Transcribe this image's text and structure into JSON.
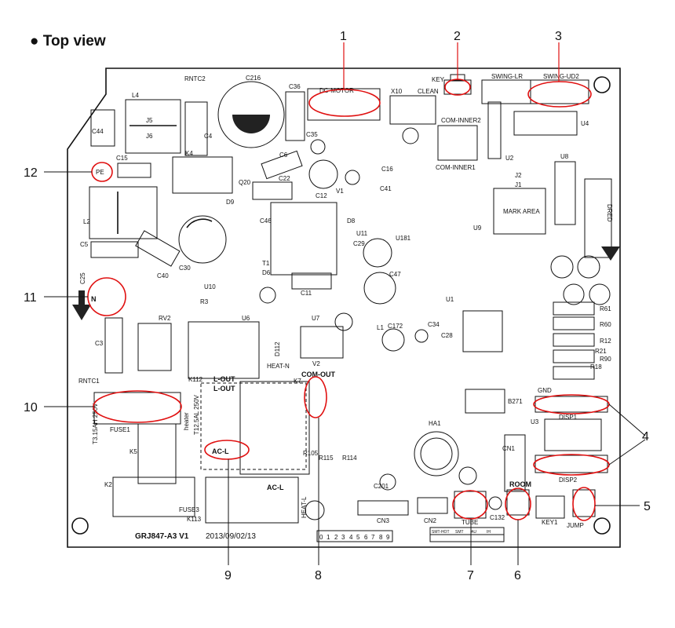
{
  "heading": "● Top view",
  "board": {
    "model_marking": "GRJ847-A3 V1",
    "date_marking": "2013/09/02/13",
    "fuse_rating": "T3.15AH 250V",
    "fuse_rating2": "T12.5AL 250V",
    "heater_label": "heater",
    "mark_area": "MARK AREA",
    "jumper_digits": [
      "0",
      "1",
      "2",
      "3",
      "4",
      "5",
      "6",
      "7",
      "8",
      "9"
    ],
    "legend": [
      "SMT-HOT",
      "SMT",
      "AU",
      "IH"
    ]
  },
  "labels": [
    {
      "id": "dc-motor",
      "text": "DC-MOTOR"
    },
    {
      "id": "key",
      "text": "KEY"
    },
    {
      "id": "swing-lr",
      "text": "SWING-LR"
    },
    {
      "id": "swing-ud2",
      "text": "SWING-UD2"
    },
    {
      "id": "rntc2",
      "text": "RNTC2"
    },
    {
      "id": "c216",
      "text": "C216"
    },
    {
      "id": "c36",
      "text": "C36"
    },
    {
      "id": "x10",
      "text": "X10"
    },
    {
      "id": "clean",
      "text": "CLEAN"
    },
    {
      "id": "com-inner2",
      "text": "COM-INNER2"
    },
    {
      "id": "com-inner1",
      "text": "COM-INNER1"
    },
    {
      "id": "u4",
      "text": "U4"
    },
    {
      "id": "u8",
      "text": "U8"
    },
    {
      "id": "dred",
      "text": "DRED"
    },
    {
      "id": "l4",
      "text": "L4"
    },
    {
      "id": "j5",
      "text": "J5"
    },
    {
      "id": "j6",
      "text": "J6"
    },
    {
      "id": "c44",
      "text": "C44"
    },
    {
      "id": "c4",
      "text": "C4"
    },
    {
      "id": "k4",
      "text": "K4"
    },
    {
      "id": "c15",
      "text": "C15"
    },
    {
      "id": "pe",
      "text": "PE"
    },
    {
      "id": "c35",
      "text": "C35"
    },
    {
      "id": "c6",
      "text": "C6"
    },
    {
      "id": "c22",
      "text": "C22"
    },
    {
      "id": "c12",
      "text": "C12"
    },
    {
      "id": "c16",
      "text": "C16"
    },
    {
      "id": "c41",
      "text": "C41"
    },
    {
      "id": "u2",
      "text": "U2"
    },
    {
      "id": "j2",
      "text": "J2"
    },
    {
      "id": "j1",
      "text": "J1"
    },
    {
      "id": "u9",
      "text": "U9"
    },
    {
      "id": "l2",
      "text": "L2"
    },
    {
      "id": "d8",
      "text": "D8"
    },
    {
      "id": "d9",
      "text": "D9"
    },
    {
      "id": "q20",
      "text": "Q20"
    },
    {
      "id": "v1",
      "text": "V1"
    },
    {
      "id": "c46",
      "text": "C46"
    },
    {
      "id": "u11",
      "text": "U11"
    },
    {
      "id": "u181",
      "text": "U181"
    },
    {
      "id": "c29",
      "text": "C29"
    },
    {
      "id": "c47",
      "text": "C47"
    },
    {
      "id": "c5",
      "text": "C5"
    },
    {
      "id": "c40",
      "text": "C40"
    },
    {
      "id": "c30",
      "text": "C30"
    },
    {
      "id": "t1",
      "text": "T1"
    },
    {
      "id": "d6",
      "text": "D6"
    },
    {
      "id": "c25",
      "text": "C25"
    },
    {
      "id": "n",
      "text": "N"
    },
    {
      "id": "u10",
      "text": "U10"
    },
    {
      "id": "r3",
      "text": "R3"
    },
    {
      "id": "u6",
      "text": "U6"
    },
    {
      "id": "c11",
      "text": "C11"
    },
    {
      "id": "u7",
      "text": "U7"
    },
    {
      "id": "u1",
      "text": "U1"
    },
    {
      "id": "rv2",
      "text": "RV2"
    },
    {
      "id": "c3",
      "text": "C3"
    },
    {
      "id": "d112",
      "text": "D112"
    },
    {
      "id": "heat-n",
      "text": "HEAT-N"
    },
    {
      "id": "v2",
      "text": "V2"
    },
    {
      "id": "l1",
      "text": "L1"
    },
    {
      "id": "c172",
      "text": "C172"
    },
    {
      "id": "c34",
      "text": "C34"
    },
    {
      "id": "c28",
      "text": "C28"
    },
    {
      "id": "r61",
      "text": "R61"
    },
    {
      "id": "r60",
      "text": "R60"
    },
    {
      "id": "r12",
      "text": "R12"
    },
    {
      "id": "r21",
      "text": "R21"
    },
    {
      "id": "r90",
      "text": "R90"
    },
    {
      "id": "r18",
      "text": "R18"
    },
    {
      "id": "rntc1",
      "text": "RNTC1"
    },
    {
      "id": "k112",
      "text": "K112"
    },
    {
      "id": "l-out",
      "text": "L-OUT"
    },
    {
      "id": "k7",
      "text": "K7"
    },
    {
      "id": "com-out",
      "text": "COM-OUT"
    },
    {
      "id": "fuse1",
      "text": "FUSE1"
    },
    {
      "id": "ac-l",
      "text": "AC-L"
    },
    {
      "id": "k5",
      "text": "K5"
    },
    {
      "id": "r105",
      "text": "R105"
    },
    {
      "id": "r115",
      "text": "R115"
    },
    {
      "id": "r114",
      "text": "R114"
    },
    {
      "id": "b271",
      "text": "B271"
    },
    {
      "id": "gnd",
      "text": "GND"
    },
    {
      "id": "disp1",
      "text": "DISP1"
    },
    {
      "id": "u3",
      "text": "U3"
    },
    {
      "id": "ha1",
      "text": "HA1"
    },
    {
      "id": "cn1",
      "text": "CN1"
    },
    {
      "id": "disp2",
      "text": "DISP2"
    },
    {
      "id": "k2",
      "text": "K2"
    },
    {
      "id": "fuse3",
      "text": "FUSE3"
    },
    {
      "id": "k113",
      "text": "K113"
    },
    {
      "id": "ac-l2",
      "text": "AC-L"
    },
    {
      "id": "heat-l",
      "text": "HEAT-L"
    },
    {
      "id": "cn3",
      "text": "CN3"
    },
    {
      "id": "cn2",
      "text": "CN2"
    },
    {
      "id": "tube",
      "text": "TUBE"
    },
    {
      "id": "room",
      "text": "ROOM"
    },
    {
      "id": "c132",
      "text": "C132"
    },
    {
      "id": "key1",
      "text": "KEY1"
    },
    {
      "id": "jump",
      "text": "JUMP"
    },
    {
      "id": "c201",
      "text": "C201"
    }
  ],
  "callouts": [
    {
      "number": "1"
    },
    {
      "number": "2"
    },
    {
      "number": "3"
    },
    {
      "number": "4"
    },
    {
      "number": "5"
    },
    {
      "number": "6"
    },
    {
      "number": "7"
    },
    {
      "number": "8"
    },
    {
      "number": "9"
    },
    {
      "number": "10"
    },
    {
      "number": "11"
    },
    {
      "number": "12"
    }
  ],
  "colors": {
    "callout_red": "#e01010",
    "ink": "#111111"
  }
}
